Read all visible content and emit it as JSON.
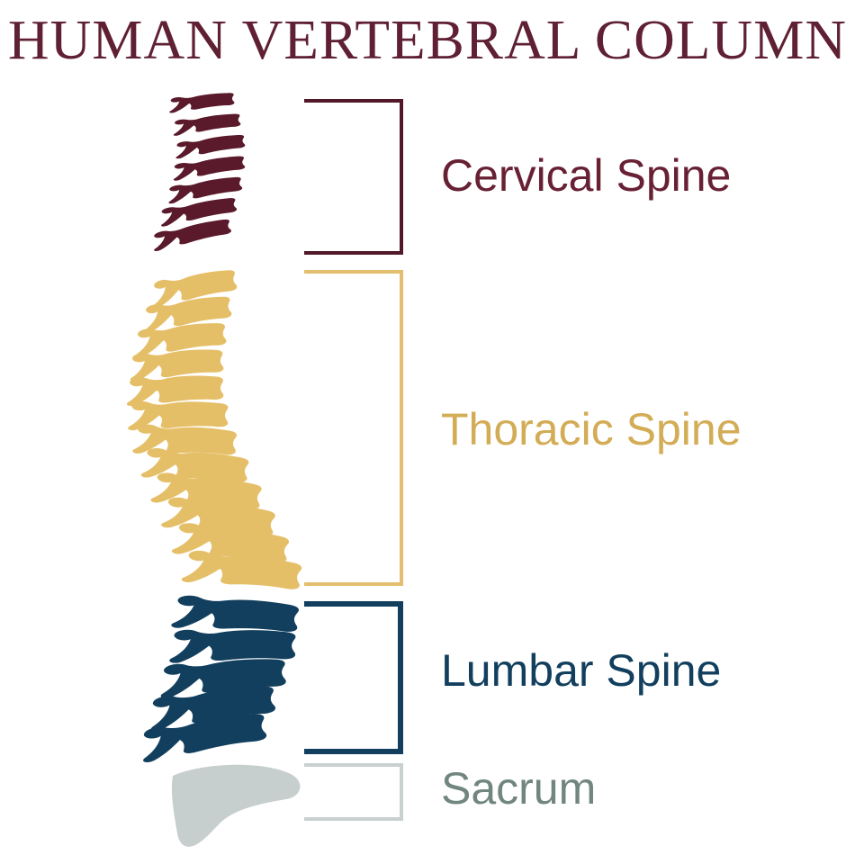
{
  "title": "HUMAN VERTEBRAL COLUMN",
  "title_color": "#5F2033",
  "background_color": "#FFFFFF",
  "sections": [
    {
      "id": "cervical",
      "label": "Cervical Spine",
      "vertebra_count": 7,
      "vertebra_color": "#5A1A2B",
      "bracket_color": "#521829",
      "label_color": "#682134"
    },
    {
      "id": "thoracic",
      "label": "Thoracic Spine",
      "vertebra_count": 12,
      "vertebra_color": "#E5BF68",
      "bracket_color": "#E3BE6E",
      "label_color": "#D3AC56"
    },
    {
      "id": "lumbar",
      "label": "Lumbar Spine",
      "vertebra_count": 5,
      "vertebra_color": "#123F5E",
      "bracket_color": "#123F5E",
      "label_color": "#123F5E"
    },
    {
      "id": "sacrum",
      "label": "Sacrum",
      "vertebra_count": 1,
      "vertebra_color": "#C6CECE",
      "bracket_color": "#C9D0D0",
      "label_color": "#71867F"
    }
  ]
}
